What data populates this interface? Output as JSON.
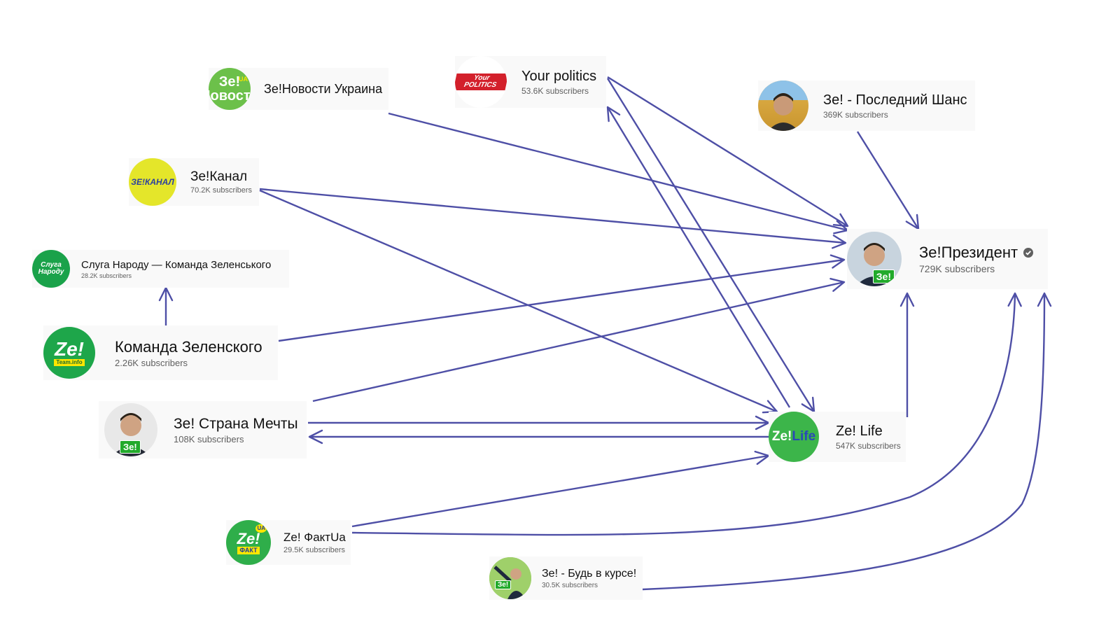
{
  "colors": {
    "edge": "#4e4fa6",
    "green": "#3cb54a",
    "yellow": "#e4e62a"
  },
  "nodes": {
    "ze_novosti": {
      "title": "Зе!Новости Украина",
      "subscribers": "",
      "avatar_icon": "ze-novosti-logo-icon",
      "avatar_text": "Зе! Новости",
      "avatar_sup": "UA"
    },
    "your_politics": {
      "title": "Your politics",
      "subscribers": "53.6K subscribers",
      "avatar_icon": "your-politics-logo-icon",
      "avatar_text": "Your POLITICS"
    },
    "posledniy_shans": {
      "title": "Зе! - Последний Шанс",
      "subscribers": "369K subscribers",
      "avatar_icon": "portrait-avatar-icon"
    },
    "ze_kanal": {
      "title": "Зе!Канал",
      "subscribers": "70.2K subscribers",
      "avatar_icon": "ze-kanal-logo-icon",
      "avatar_text": "ЗЕ!КАНАЛ"
    },
    "sluga_narodu": {
      "title": "Слуга Народу — Команда Зеленського",
      "subscribers": "28.2K subscribers",
      "avatar_icon": "sluga-narodu-logo-icon",
      "avatar_text": "Слуга Народу"
    },
    "ze_president": {
      "title": "Зе!Президент",
      "subscribers": "729K subscribers",
      "avatar_icon": "portrait-avatar-icon",
      "badge": "Зе!",
      "verified_icon": "verified-check-icon"
    },
    "komanda": {
      "title": "Команда Зеленского",
      "subscribers": "2.26K subscribers",
      "avatar_icon": "ze-team-logo-icon",
      "avatar_text": "Ze!",
      "avatar_sub": "Team.info"
    },
    "strana_mechty": {
      "title": "Зе! Страна Мечты",
      "subscribers": "108K subscribers",
      "avatar_icon": "portrait-avatar-icon",
      "badge": "Зе!"
    },
    "ze_life": {
      "title": "Ze! Life",
      "subscribers": "547K subscribers",
      "avatar_icon": "ze-life-logo-icon",
      "avatar_text_a": "Ze!",
      "avatar_text_b": "Life"
    },
    "ze_fakt": {
      "title": "Ze! ФактUa",
      "subscribers": "29.5K subscribers",
      "avatar_icon": "ze-fakt-logo-icon",
      "avatar_text": "Ze!",
      "avatar_sub": "ФАКТ",
      "avatar_sup": "UA"
    },
    "bud_v_kurse": {
      "title": "Зе! - Будь в курсе!",
      "subscribers": "30.5K subscribers",
      "avatar_icon": "portrait-avatar-icon",
      "badge": "Зе!"
    }
  },
  "edges": [
    {
      "from": "ze_novosti",
      "to": "ze_president"
    },
    {
      "from": "your_politics",
      "to": "ze_president"
    },
    {
      "from": "your_politics",
      "to": "ze_life"
    },
    {
      "from": "ze_life",
      "to": "your_politics"
    },
    {
      "from": "posledniy_shans",
      "to": "ze_president"
    },
    {
      "from": "ze_kanal",
      "to": "ze_president"
    },
    {
      "from": "ze_kanal",
      "to": "ze_life"
    },
    {
      "from": "komanda",
      "to": "sluga_narodu"
    },
    {
      "from": "komanda",
      "to": "ze_president"
    },
    {
      "from": "strana_mechty",
      "to": "ze_president"
    },
    {
      "from": "strana_mechty",
      "to": "ze_life"
    },
    {
      "from": "ze_life",
      "to": "strana_mechty"
    },
    {
      "from": "ze_life",
      "to": "ze_president"
    },
    {
      "from": "ze_fakt",
      "to": "ze_life"
    },
    {
      "from": "ze_fakt",
      "to": "ze_president"
    },
    {
      "from": "bud_v_kurse",
      "to": "ze_president"
    }
  ]
}
